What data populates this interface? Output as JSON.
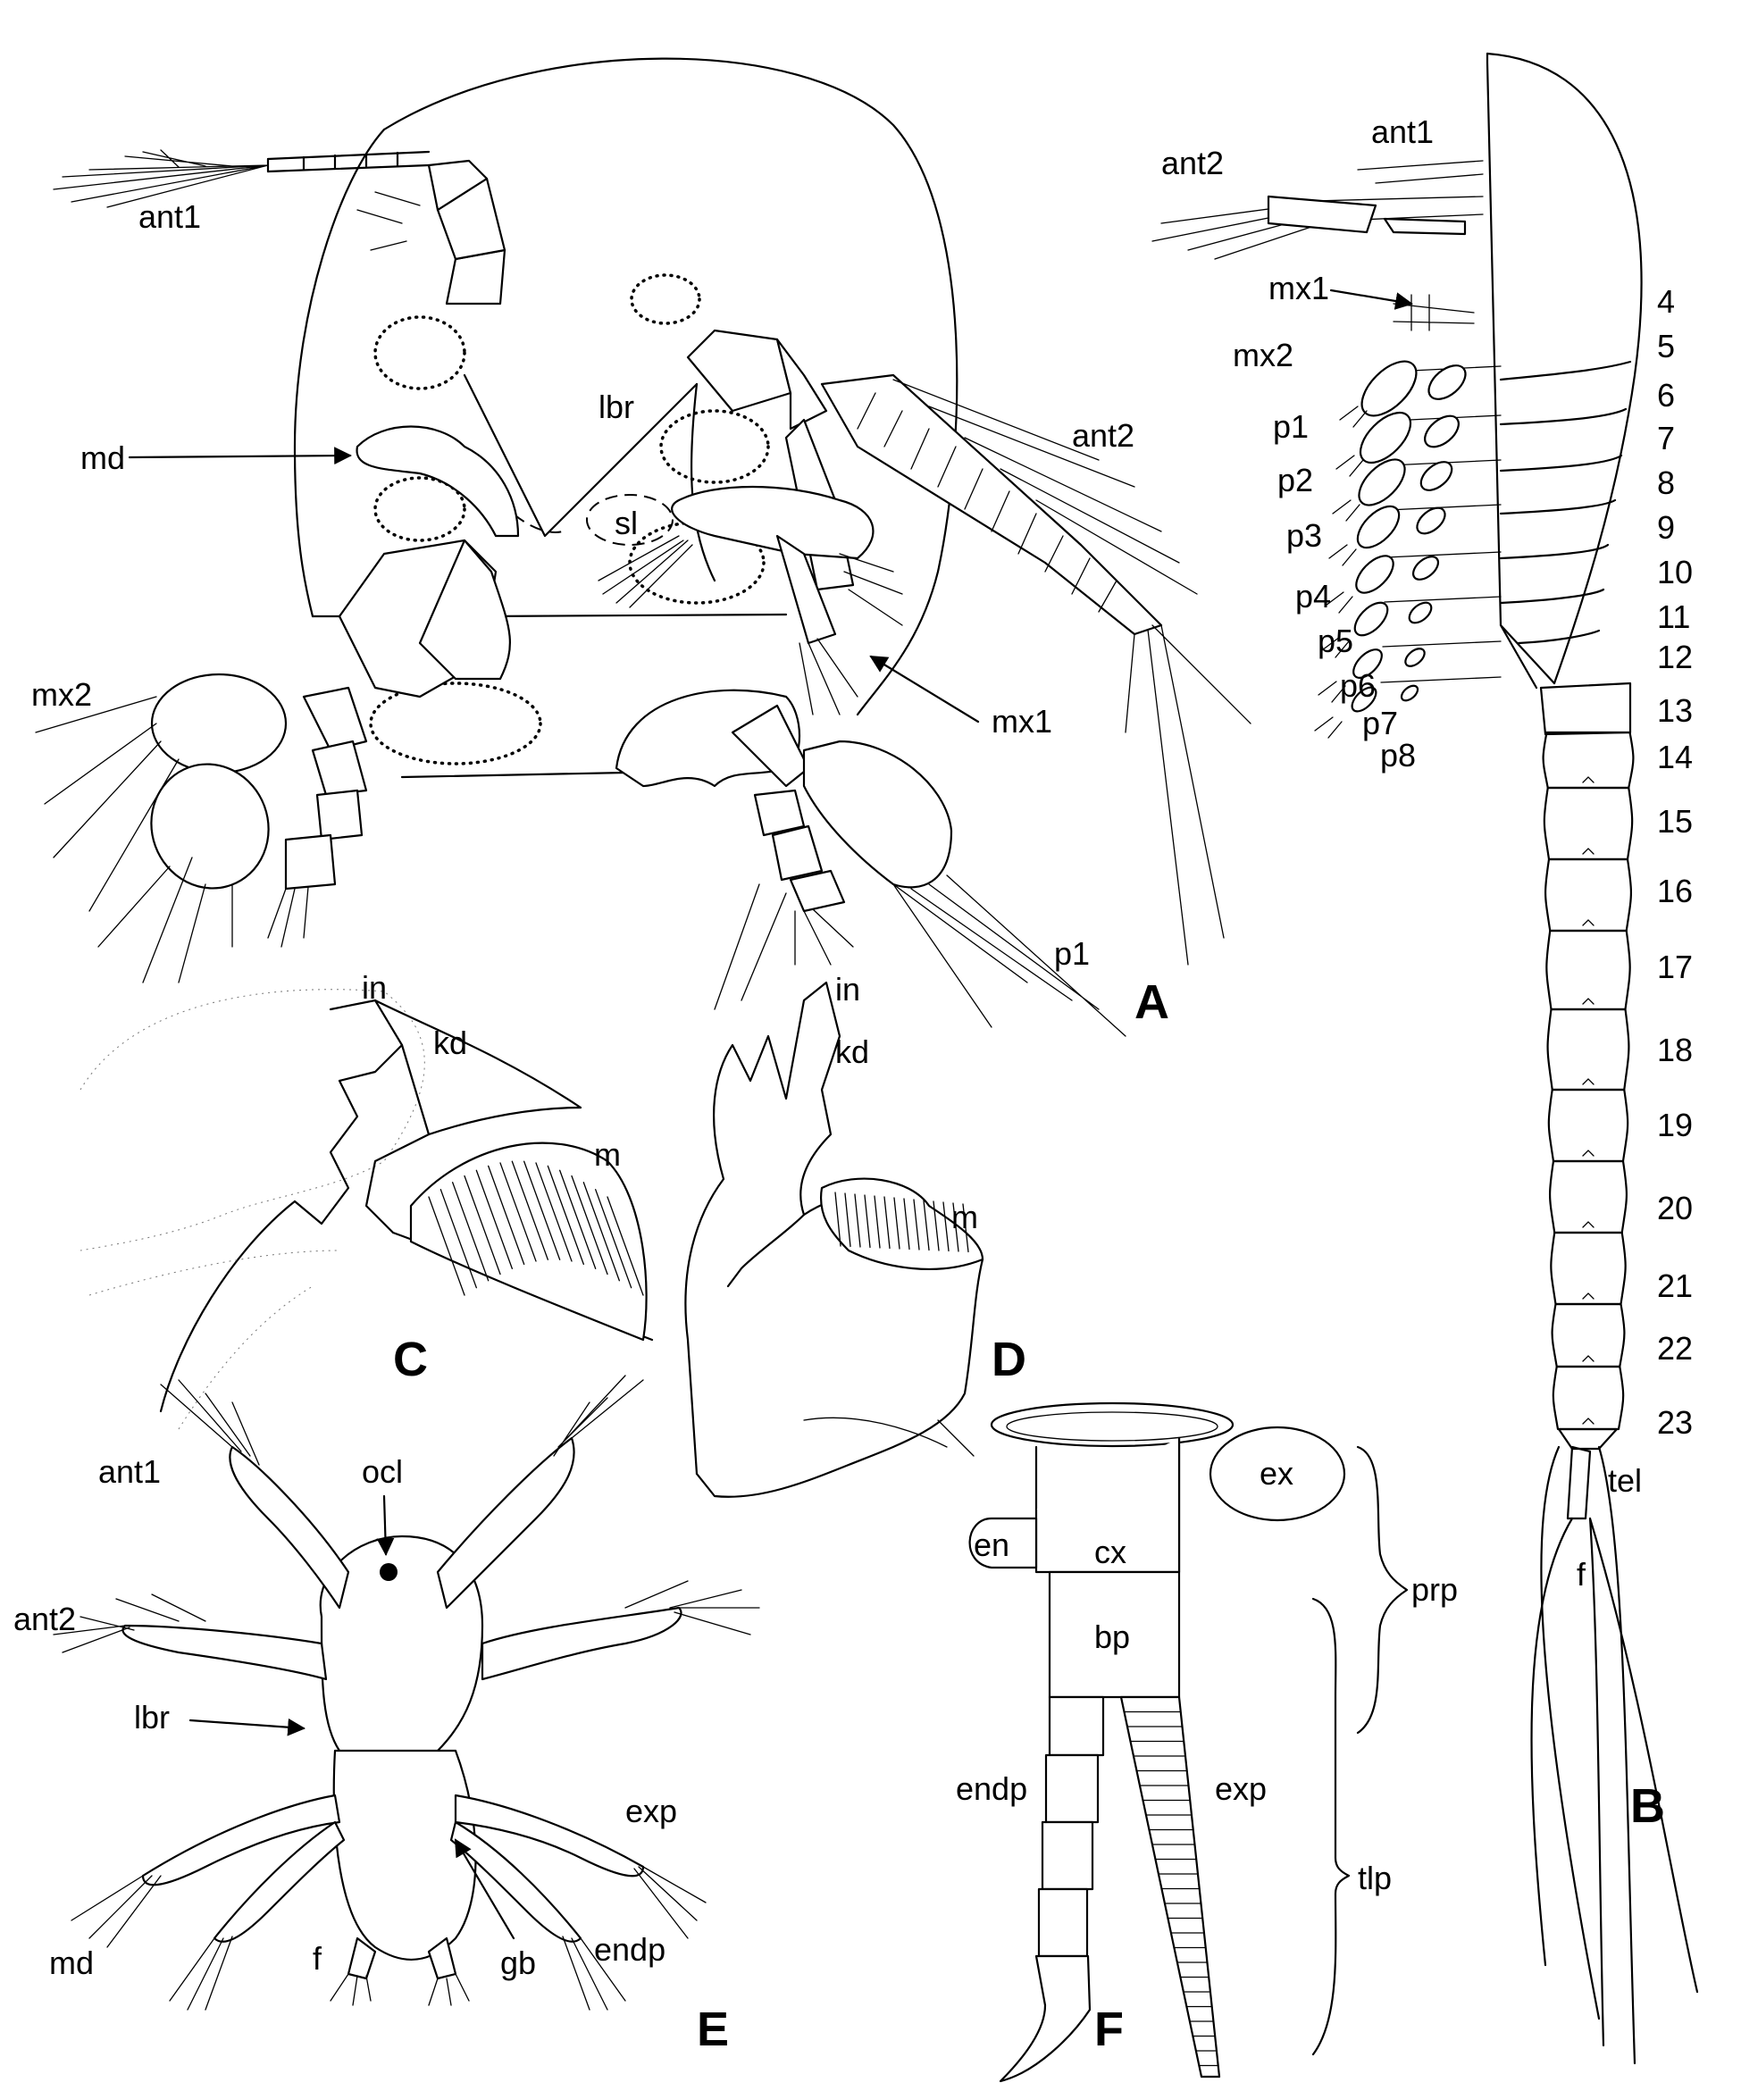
{
  "panels": {
    "A": {
      "letter": "A",
      "labels": {
        "ant1": "ant1",
        "ant2": "ant2",
        "md": "md",
        "lbr": "lbr",
        "sl": "sl",
        "mx1": "mx1",
        "mx2": "mx2",
        "p1": "p1"
      }
    },
    "B": {
      "letter": "B",
      "labels": {
        "ant1": "ant1",
        "ant2": "ant2",
        "mx1": "mx1",
        "mx2": "mx2",
        "limbs": [
          "p1",
          "p2",
          "p3",
          "p4",
          "p5",
          "p6",
          "p7",
          "p8"
        ],
        "tel": "tel",
        "f": "f"
      },
      "segments": [
        "4",
        "5",
        "6",
        "7",
        "8",
        "9",
        "10",
        "11",
        "12",
        "13",
        "14",
        "15",
        "16",
        "17",
        "18",
        "19",
        "20",
        "21",
        "22",
        "23"
      ]
    },
    "C": {
      "letter": "C",
      "labels": {
        "in": "in",
        "kd": "kd",
        "m": "m"
      }
    },
    "D": {
      "letter": "D",
      "labels": {
        "in": "in",
        "kd": "kd",
        "m": "m"
      }
    },
    "E": {
      "letter": "E",
      "labels": {
        "ant1": "ant1",
        "ocl": "ocl",
        "ant2": "ant2",
        "lbr": "lbr",
        "exp": "exp",
        "md": "md",
        "f": "f",
        "gb": "gb",
        "endp": "endp"
      }
    },
    "F": {
      "letter": "F",
      "labels": {
        "ex": "ex",
        "cx": "cx",
        "en": "en",
        "prp": "prp",
        "bp": "bp",
        "endp": "endp",
        "exp": "exp",
        "tlp": "tlp"
      }
    }
  }
}
